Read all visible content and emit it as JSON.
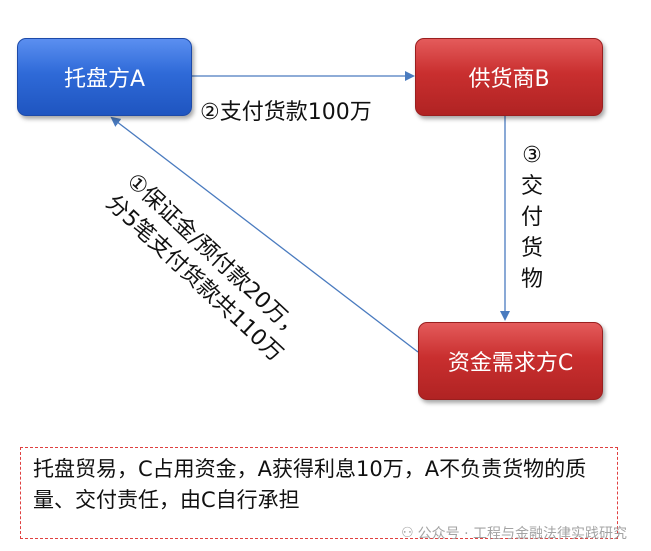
{
  "nodes": {
    "a": "托盘方A",
    "b": "供货商B",
    "c": "资金需求方C"
  },
  "edges": {
    "step2": "②支付货款100万",
    "step3": "③交付货物",
    "step1_line1": "①保证金/预付款20万，",
    "step1_line2": "分5笔支付货款共110万"
  },
  "summary": "托盘贸易，C占用资金，A获得利息10万，A不负责货物的质量、交付责任，由C自行承担",
  "watermark": {
    "icon": "wechat-icon",
    "text": "公众号 · 工程与金融法律实践研究"
  },
  "colors": {
    "node_a": "#2f6ad8",
    "node_b": "#c92f2f",
    "node_c": "#c92f2f",
    "arrow": "#4a7bbf",
    "summary_border": "#e04040"
  }
}
